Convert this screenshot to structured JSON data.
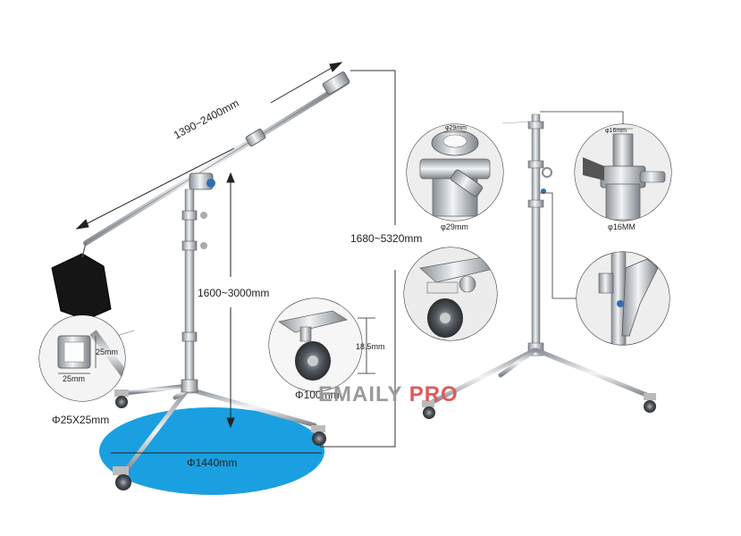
{
  "dimensions": {
    "boom_length": "1390~2400mm",
    "boom_stand_height": "1600~3000mm",
    "max_total_height": "1680~5320mm",
    "base_diameter": "Φ1440mm",
    "wheel_diameter": "Φ100mm",
    "caster_height": "18.5mm",
    "tube_section": "Φ25X25mm",
    "tube_side_a": "25mm",
    "tube_side_b": "25mm",
    "clamp_bore_top": "φ29mm",
    "clamp_bore_label": "φ29mm",
    "spigot_top": "φ16mm",
    "spigot_label": "φ16MM"
  },
  "brand": {
    "part1": "EMAILY",
    "part2": "PRO"
  },
  "colors": {
    "base_circle": "#1aa0e0",
    "brand_grey": "#9a9a9a",
    "brand_red": "#e05a5a",
    "metal": "#c8ccd0"
  }
}
